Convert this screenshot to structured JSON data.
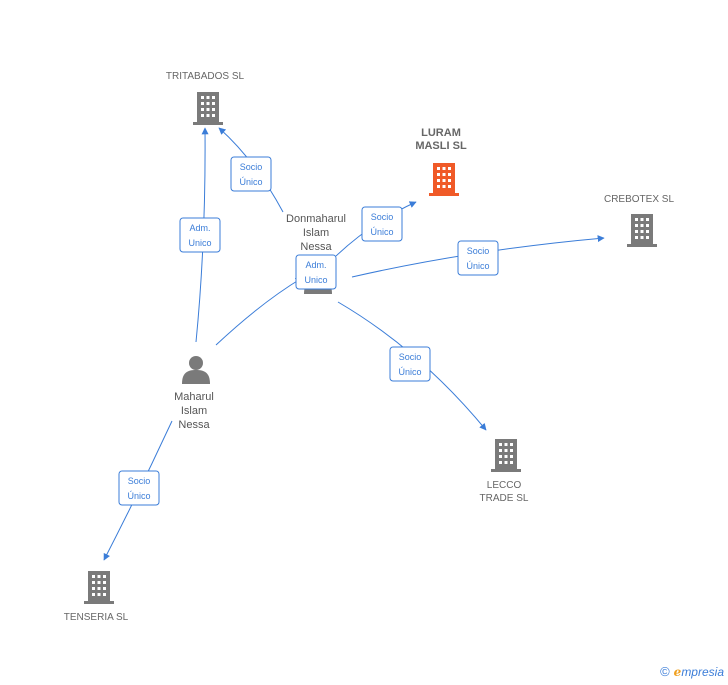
{
  "colors": {
    "edge": "#3b7dd8",
    "company": "#7a7a7a",
    "main_company": "#f05a28",
    "person": "#7a7a7a"
  },
  "nodes": [
    {
      "id": "tritabados",
      "type": "company",
      "label_lines": [
        "TRITABADOS SL"
      ]
    },
    {
      "id": "luram",
      "type": "main-company",
      "label_lines": [
        "LURAM",
        "MASLI SL"
      ]
    },
    {
      "id": "crebotex",
      "type": "company",
      "label_lines": [
        "CREBOTEX SL"
      ]
    },
    {
      "id": "donmaharul",
      "type": "person",
      "label_lines": [
        "Donmaharul",
        "Islam",
        "Nessa"
      ]
    },
    {
      "id": "maharul",
      "type": "person",
      "label_lines": [
        "Maharul",
        "Islam",
        "Nessa"
      ]
    },
    {
      "id": "lecco",
      "type": "company",
      "label_lines": [
        "LECCO",
        "TRADE SL"
      ]
    },
    {
      "id": "tenseria",
      "type": "company",
      "label_lines": [
        "TENSERIA  SL"
      ]
    }
  ],
  "edges": [
    {
      "from": "maharul",
      "to": "tritabados",
      "label_lines": [
        "Adm.",
        "Unico"
      ]
    },
    {
      "from": "donmaharul",
      "to": "tritabados",
      "label_lines": [
        "Socio",
        "Único"
      ]
    },
    {
      "from": "donmaharul",
      "to": "luram",
      "label_lines": [
        "Socio",
        "Único"
      ]
    },
    {
      "from": "donmaharul",
      "to": "crebotex",
      "label_lines": [
        "Socio",
        "Único"
      ]
    },
    {
      "from": "donmaharul",
      "to": "lecco",
      "label_lines": [
        "Socio",
        "Único"
      ]
    },
    {
      "from": "maharul",
      "to": "donmaharul",
      "label_lines": [
        "Adm.",
        "Unico"
      ]
    },
    {
      "from": "maharul",
      "to": "tenseria",
      "label_lines": [
        "Socio",
        "Único"
      ]
    }
  ],
  "footer": {
    "copyright": "©",
    "brand_initial": "e",
    "brand_rest": "mpresia"
  }
}
